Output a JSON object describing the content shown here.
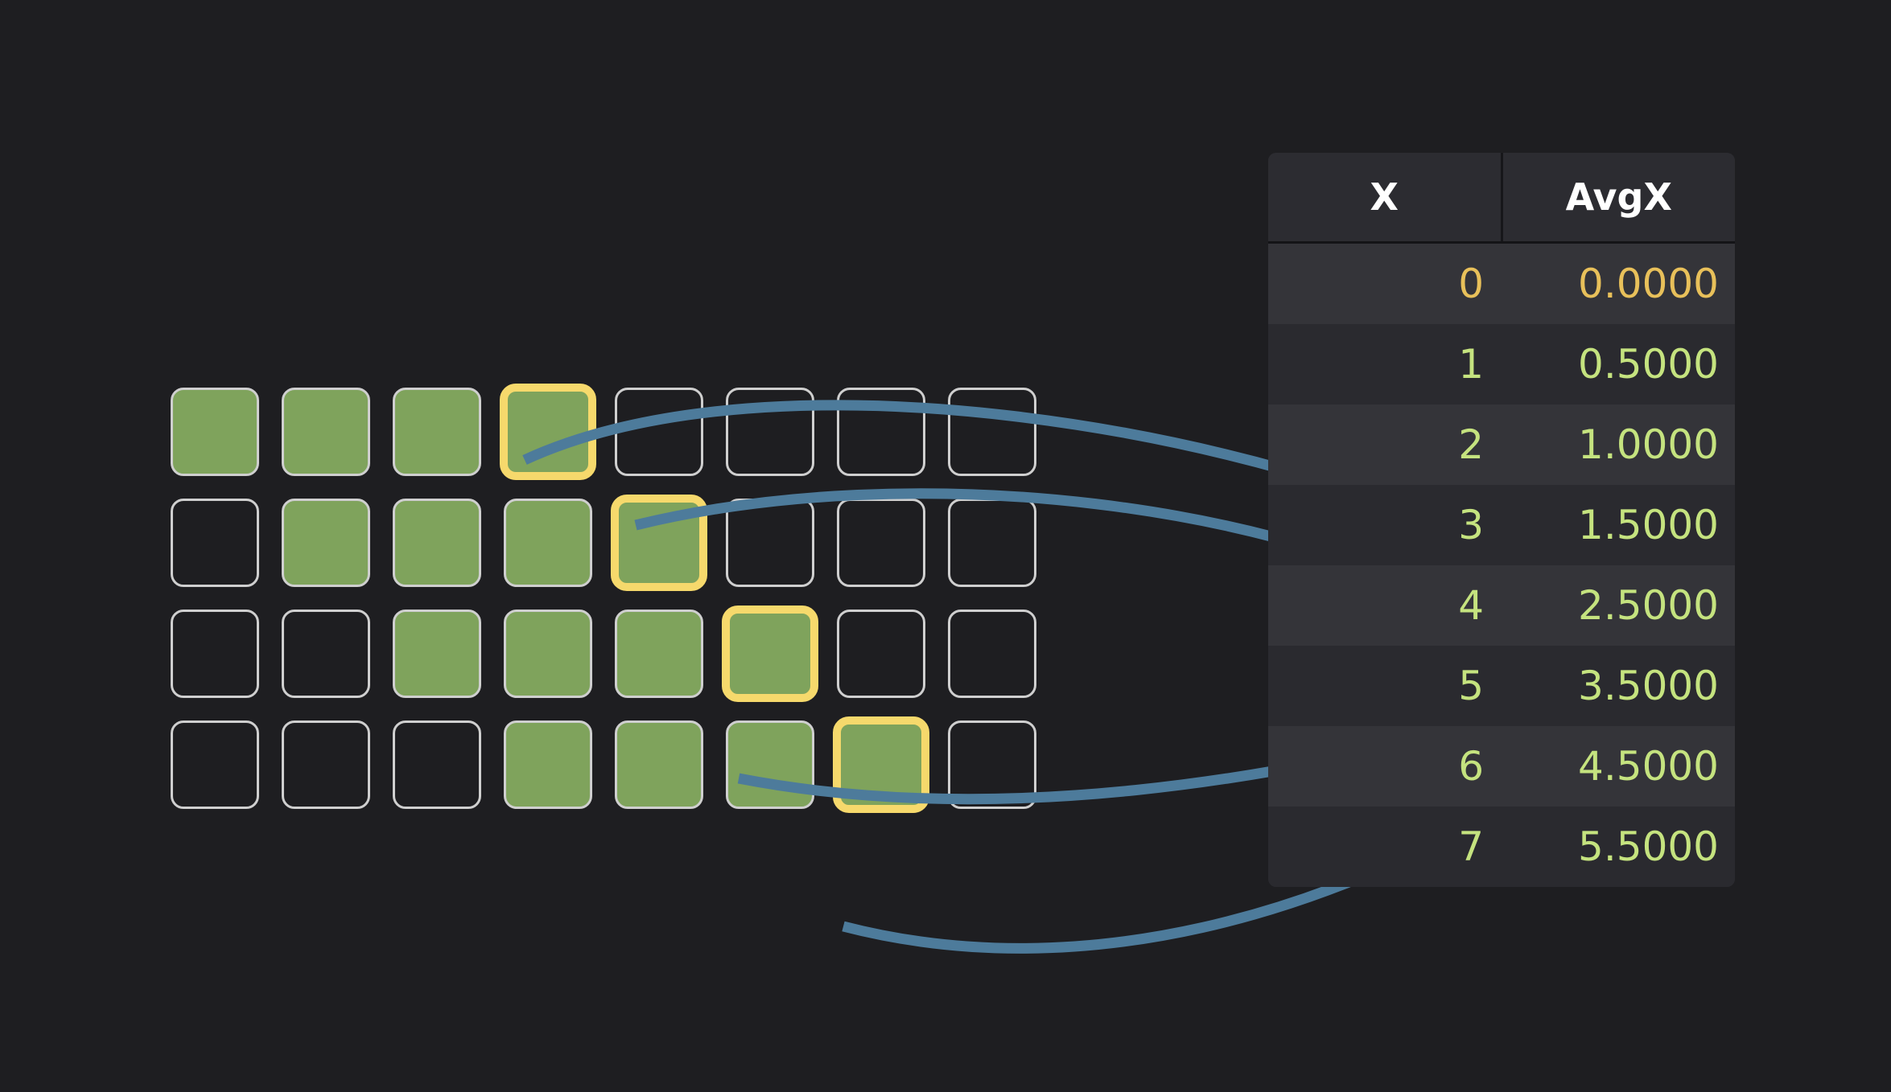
{
  "colors": {
    "background": "#1e1e21",
    "cell_fill": "#7fa35c",
    "cell_border": "#cfcfcf",
    "highlight_border": "#f6d96c",
    "arrow": "#4d7b9b",
    "table_row": "#2a2a2f",
    "table_row_alt": "#343439",
    "value_green": "#c5e37f",
    "value_accent": "#e8c05a",
    "header_text": "#ffffff"
  },
  "grid": {
    "columns": 8,
    "rows": [
      {
        "label": "window-row-1",
        "filled": [
          0,
          1,
          2,
          3
        ],
        "highlight": 3
      },
      {
        "label": "window-row-2",
        "filled": [
          1,
          2,
          3,
          4
        ],
        "highlight": 4
      },
      {
        "label": "window-row-3",
        "filled": [
          2,
          3,
          4,
          5
        ],
        "highlight": 5
      },
      {
        "label": "window-row-4",
        "filled": [
          3,
          4,
          5,
          6
        ],
        "highlight": 6
      }
    ]
  },
  "table": {
    "columns": [
      "X",
      "AvgX"
    ],
    "rows": [
      {
        "x": "0",
        "avgx": "0.0000",
        "accent": true
      },
      {
        "x": "1",
        "avgx": "0.5000",
        "accent": false
      },
      {
        "x": "2",
        "avgx": "1.0000",
        "accent": false
      },
      {
        "x": "3",
        "avgx": "1.5000",
        "accent": false
      },
      {
        "x": "4",
        "avgx": "2.5000",
        "accent": false
      },
      {
        "x": "5",
        "avgx": "3.5000",
        "accent": false
      },
      {
        "x": "6",
        "avgx": "4.5000",
        "accent": false
      },
      {
        "x": "7",
        "avgx": "5.5000",
        "accent": false
      }
    ]
  },
  "arrows": [
    {
      "name": "arrow-row1-to-row3",
      "from_row": 1,
      "to_value": "1.5000"
    },
    {
      "name": "arrow-row2-to-row4",
      "from_row": 2,
      "to_value": "2.5000"
    },
    {
      "name": "arrow-row3-to-row5",
      "from_row": 3,
      "to_value": "3.5000"
    },
    {
      "name": "arrow-row4-to-row6",
      "from_row": 4,
      "to_value": "4.5000"
    }
  ]
}
